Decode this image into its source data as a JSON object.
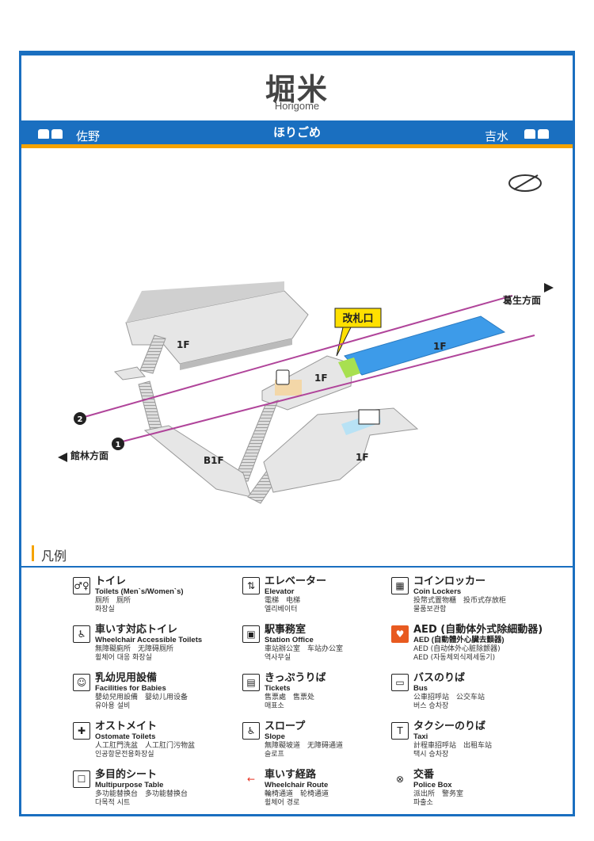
{
  "station": {
    "name_jp": "堀米",
    "name_en": "Horigome",
    "name_hira": "ほりごめ",
    "prev_station": "佐野",
    "next_station": "吉水"
  },
  "map": {
    "floor_labels": [
      "1F",
      "1F",
      "1F",
      "B1F",
      "1F"
    ],
    "ticket_gate_label": "改札口",
    "direction_up": "葛生",
    "direction_down": "館林",
    "direction_suffix": "方面",
    "track_1": "1",
    "track_2": "2"
  },
  "legend": {
    "heading": "凡例",
    "items": [
      {
        "jp": "トイレ",
        "en": "Toilets (Men`s/Women`s)",
        "zh": "厕所　厕所",
        "ko": "화장실",
        "icon": "toilet-icon"
      },
      {
        "jp": "車いす対応トイレ",
        "en": "Wheelchair Accessible Toilets",
        "zh": "無障礙廁所　无障碍厕所",
        "ko": "휠체어 대응 화장실",
        "icon": "wheelchair-toilet-icon"
      },
      {
        "jp": "乳幼児用設備",
        "en": "Facilities for Babies",
        "zh": "嬰幼兒用設備　婴幼儿用设备",
        "ko": "유아용 설비",
        "icon": "baby-icon"
      },
      {
        "jp": "オストメイト",
        "en": "Ostomate Toilets",
        "zh": "人工肛門洗盆　人工肛门污物盆",
        "ko": "인공항문전용화장실",
        "icon": "ostomate-icon"
      },
      {
        "jp": "多目的シート",
        "en": "Multipurpose Table",
        "zh": "多功能替换台　多功能替换台",
        "ko": "다목적 시트",
        "icon": "multipurpose-table-icon"
      },
      {
        "jp": "エレベーター",
        "en": "Elevator",
        "zh": "電梯　电梯",
        "ko": "엘리베이터",
        "icon": "elevator-icon"
      },
      {
        "jp": "駅事務室",
        "en": "Station Office",
        "zh": "車站辦公室　车站办公室",
        "ko": "역사무실",
        "icon": "station-office-icon"
      },
      {
        "jp": "きっぷうりば",
        "en": "Tickets",
        "zh": "售票處　售票处",
        "ko": "매표소",
        "icon": "ticket-icon"
      },
      {
        "jp": "スロープ",
        "en": "Slope",
        "zh": "無障礙坡道　无障碍通道",
        "ko": "슬로프",
        "icon": "slope-icon"
      },
      {
        "jp": "車いす経路",
        "en": "Wheelchair Route",
        "zh": "輪椅通道　轮椅通道",
        "ko": "휠체어 경로",
        "icon": "wheelchair-route-icon"
      },
      {
        "jp": "コインロッカー",
        "en": "Coin Lockers",
        "zh": "投幣式置物櫃　投币式存放柜",
        "ko": "물품보관함",
        "icon": "locker-icon"
      },
      {
        "jp": "AED (自動体外式除細動器)",
        "en": "AED (自動體外心臟去顫器)",
        "zh": "AED (自动体外心脏除颤器)",
        "ko": "AED (자동체외식제세동기)",
        "icon": "aed-icon"
      },
      {
        "jp": "バスのりば",
        "en": "Bus",
        "zh": "公車招呼站　公交车站",
        "ko": "버스 승차장",
        "icon": "bus-icon"
      },
      {
        "jp": "タクシーのりば",
        "en": "Taxi",
        "zh": "計程車招呼站　出租车站",
        "ko": "택시 승차장",
        "icon": "taxi-icon"
      },
      {
        "jp": "交番",
        "en": "Police Box",
        "zh": "派出所　警务室",
        "ko": "파출소",
        "icon": "police-box-icon"
      }
    ]
  },
  "colors": {
    "brand_blue": "#1a6fc0",
    "accent_orange": "#f5a300",
    "track_purple": "#b0449a",
    "platform_blue": "#3d9be9"
  }
}
